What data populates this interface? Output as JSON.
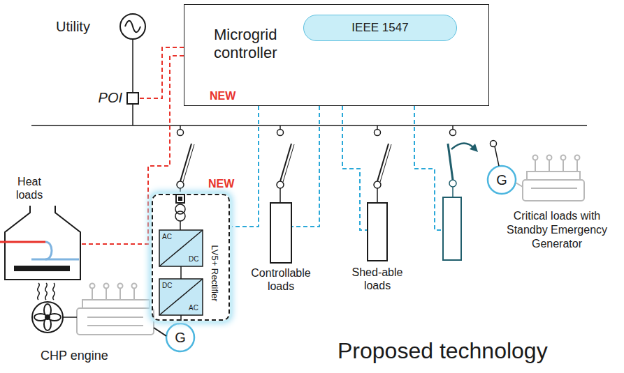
{
  "diagram": {
    "caption": "Proposed technology",
    "nodes": [
      {
        "text": [
          "Microgrid controller"
        ]
      },
      {
        "text": [
          "IEEE 1547"
        ],
        "in": 0
      },
      {
        "text": [
          "POI"
        ]
      },
      {
        "text": [
          "Heat loads"
        ]
      },
      {
        "text": [
          "LV5+ Rectifier"
        ]
      },
      {
        "text": [
          "Controllable loads"
        ]
      },
      {
        "text": [
          "Shed-able loads"
        ]
      },
      {
        "text": [
          "Critical loads with Standby Emergency Generator"
        ]
      }
    ],
    "edges": [
      {
        "from": 0,
        "to": 2,
        "arrow": "none"
      },
      {
        "from": 0,
        "to": 3,
        "arrow": "none"
      },
      {
        "from": 0,
        "to": 4,
        "arrow": "none"
      },
      {
        "from": 0,
        "to": 5,
        "arrow": "none"
      },
      {
        "from": 0,
        "to": 6,
        "arrow": "none"
      },
      {
        "from": 0,
        "to": 7,
        "arrow": "none"
      }
    ],
    "labels": [
      "Utility",
      "NEW",
      "NEW",
      "AC",
      "DC",
      "DC",
      "AC",
      "G",
      "CHP engine",
      "G"
    ]
  }
}
